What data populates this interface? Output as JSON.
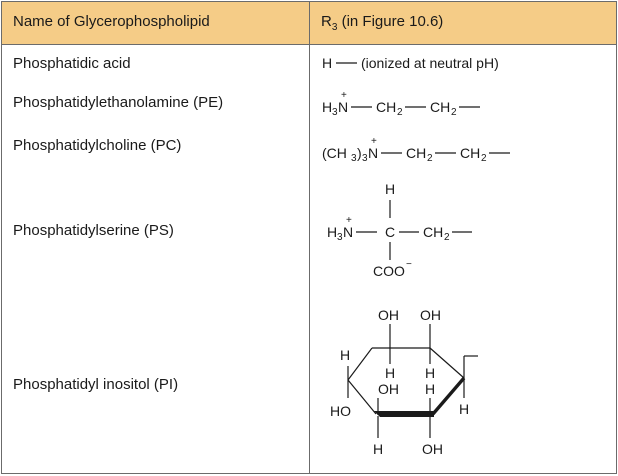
{
  "header": {
    "col1": "Name of Glycerophospholipid",
    "col2": "R₃ (in Figure 10.6)"
  },
  "rows": [
    {
      "name": "Phosphatidic acid",
      "r3_text": "H — (ionized at neutral pH)"
    },
    {
      "name": "Phosphatidylethanolamine (PE)",
      "r3_text": "H₃N⁺ — CH₂ — CH₂ —"
    },
    {
      "name": "Phosphatidylcholine (PC)",
      "r3_text": "(CH₃)₃N⁺ — CH₂ — CH₂ —"
    },
    {
      "name": "Phosphatidylserine (PS)",
      "r3_text": "H₃N⁺ — C(H)(COO⁻) — CH₂ —"
    },
    {
      "name": "Phosphatidyl inositol (PI)",
      "r3_text": "inositol ring"
    }
  ],
  "formula_labels": {
    "h": "H",
    "h3": "H",
    "sub3": "3",
    "n": "N",
    "plus": "+",
    "ch": "CH",
    "sub2": "2",
    "ch3_open": "(CH",
    "ch3_close": ")",
    "c": "C",
    "coo": "COO",
    "minus": "−",
    "oh": "OH",
    "ho": "HO",
    "ionized": "(ionized at neutral pH)"
  }
}
